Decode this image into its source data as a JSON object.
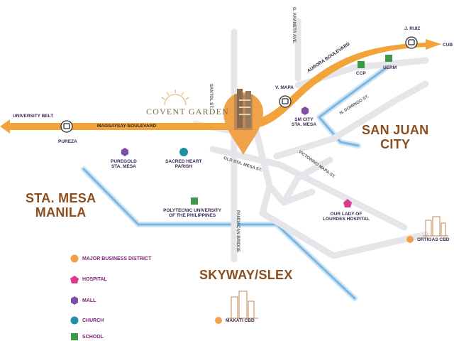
{
  "brand": {
    "name": "COVENT GARDEN"
  },
  "cities": {
    "san_juan": [
      "SAN JUAN",
      "CITY"
    ],
    "sta_mesa": [
      "STA. MESA",
      "MANILA"
    ],
    "skyway": "SKYWAY/SLEX"
  },
  "roads": {
    "magsaysay": "MAGSAYSAY BOULEVARD",
    "aurora": "AURORA BOULEVARD",
    "santol": "SANTOL ST.",
    "araneta": "G. ARANETA AVE.",
    "old_sta_mesa": "OLD STA. MESA ST.",
    "victorino": "VICTORINO MAPA ST.",
    "n_domingo": "N. DOMINGO ST.",
    "pandacan": "PANDACAN BRIDGE"
  },
  "stations": {
    "j_ruiz": "J. RUIZ",
    "v_mapa": "V. MAPA",
    "pureza": "PUREZA",
    "university_belt": "UNIVERSITY BELT",
    "cubao": "CUB"
  },
  "places": {
    "ccp": "CCP",
    "uerm": "UERM",
    "sm_city": [
      "SM CITY",
      "STA. MESA"
    ],
    "puregold": [
      "PUREGOLD",
      "STA. MESA"
    ],
    "sacred_heart": [
      "SACRED HEART",
      "PARISH"
    ],
    "pup": [
      "POLYTECNIC UNIVERSITY",
      "OF THE PHILIPPINES"
    ],
    "lourdes": [
      "OUR LADY OF",
      "LOURDES HOSPITAL"
    ],
    "ortigas": "ORTIGAS CBD",
    "makati": "MAKATI CBD"
  },
  "legend": [
    {
      "label": "MAJOR BUSINESS DISTRICT",
      "shape": "circle",
      "color": "#f0a24a"
    },
    {
      "label": "HOSPITAL",
      "shape": "pentagon",
      "color": "#d93c8e"
    },
    {
      "label": "MALL",
      "shape": "hexagon",
      "color": "#7e4fa6"
    },
    {
      "label": "CHURCH",
      "shape": "circle",
      "color": "#1f8fa3"
    },
    {
      "label": "SCHOOL",
      "shape": "square",
      "color": "#3a9a4a"
    }
  ],
  "colors": {
    "boulevard": "#f2a33a",
    "road": "#e6e6ea",
    "river": "#7bb7e0",
    "pin": "#f0a24a",
    "city_text": "#8a4e1f"
  }
}
